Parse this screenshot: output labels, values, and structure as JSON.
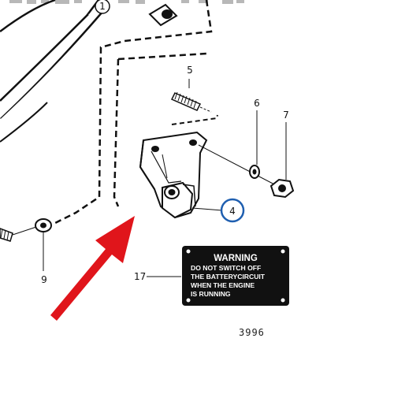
{
  "parts": {
    "callout_1": "1",
    "callout_4": "4",
    "callout_5": "5",
    "callout_6": "6",
    "callout_7": "7",
    "callout_9": "9",
    "callout_17": "17"
  },
  "warning_plate": {
    "title": "WARNING",
    "lines": [
      "DO NOT SWITCH OFF",
      "THE BATTERYCIRCUIT",
      "WHEN THE ENGINE",
      "IS RUNNING"
    ]
  },
  "figure_number": "3996",
  "colors": {
    "arrow": "#e0151b",
    "highlight_circle": "#1f5fb0",
    "ink": "#111111",
    "plate": "#111111"
  }
}
